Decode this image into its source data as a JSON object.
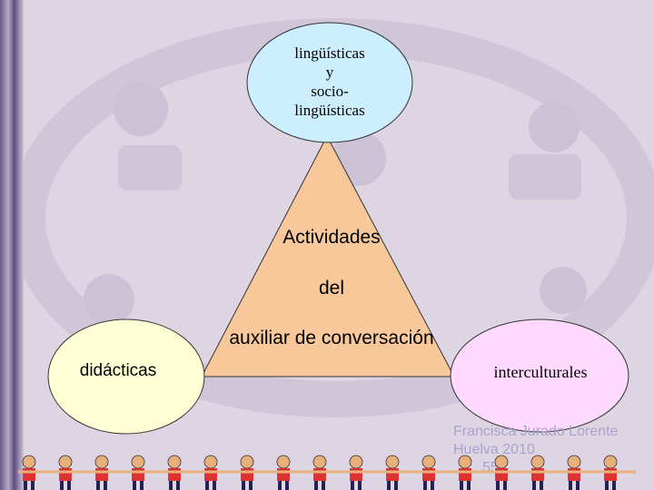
{
  "diagram": {
    "top_node": [
      "lingüísticas",
      "y",
      "socio-",
      "lingüísticas"
    ],
    "center": [
      "Actividades",
      "del",
      "auxiliar de conversación"
    ],
    "left_node": "didácticas",
    "right_node": "interculturales"
  },
  "footer": {
    "author": "Francisca Jurado Lorente",
    "place_year": "Huelva 2010",
    "page": "55"
  },
  "colors": {
    "triangle": "#f9c89a",
    "top_node": "#cdeeff",
    "left_node": "#ffffd6",
    "right_node": "#ffd9ff",
    "background": "#ddd6e2"
  }
}
